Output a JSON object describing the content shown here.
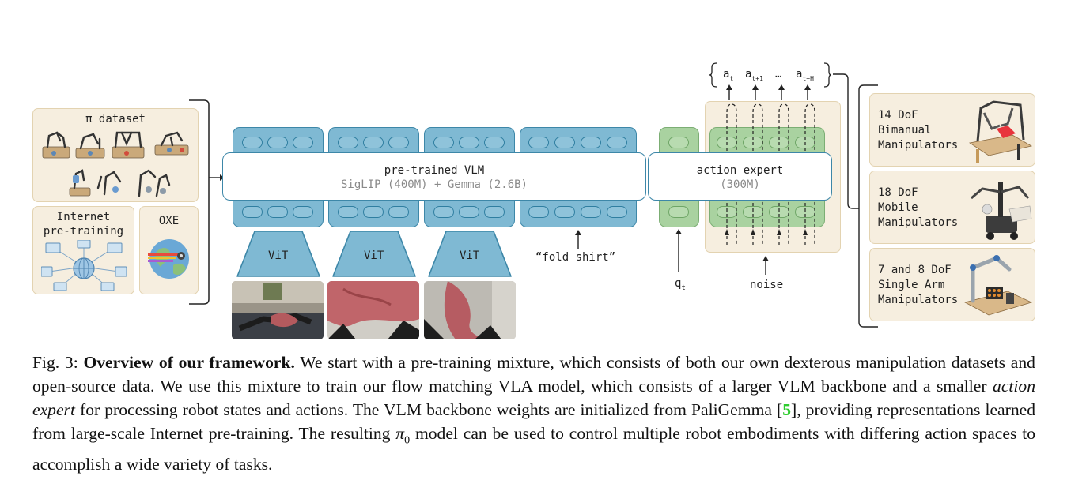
{
  "datasets": {
    "pi_dataset": "π dataset",
    "internet": [
      "Internet",
      "pre-training"
    ],
    "oxe": "OXE"
  },
  "vlm": {
    "title": "pre-trained VLM",
    "subtitle": "SigLIP (400M) + Gemma (2.6B)",
    "vit_labels": [
      "ViT",
      "ViT",
      "ViT"
    ],
    "prompt": "“fold shirt”"
  },
  "action_expert": {
    "title": "action expert",
    "subtitle": "(300M)",
    "state_label": "q",
    "state_sub": "t",
    "noise_label": "noise"
  },
  "actions": {
    "open_brace": "{",
    "items": [
      {
        "base": "a",
        "sub": "t"
      },
      {
        "base": "a",
        "sub": "t+1"
      },
      {
        "base": "…",
        "sub": ""
      },
      {
        "base": "a",
        "sub": "t+H"
      }
    ]
  },
  "embodiments": [
    {
      "lines": [
        "14 DoF",
        "Bimanual",
        "Manipulators"
      ]
    },
    {
      "lines": [
        "18 DoF",
        "Mobile",
        "Manipulators"
      ]
    },
    {
      "lines": [
        "7 and 8 DoF",
        "Single Arm",
        "Manipulators"
      ]
    }
  ],
  "caption": {
    "fig_label": "Fig. 3: ",
    "bold": "Overview of our framework.",
    "part1": " We start with a pre-training mixture, which consists of both our own dexterous manipulation datasets and open-source data. We use this mixture to train our flow matching VLA model, which consists of a larger VLM backbone and a smaller ",
    "italic": "action expert",
    "part2": " for processing robot states and actions. The VLM backbone weights are initialized from PaliGemma [",
    "cite": "5",
    "part3": "], providing representations learned from large-scale Internet pre-training. The resulting ",
    "pi": "π",
    "pi_sub": "0",
    "part4": " model can be used to control multiple robot embodiments with differing action spaces to accomplish a wide variety of tasks."
  },
  "colors": {
    "panel_bg": "#f6eedf",
    "vlm_blue": "#7fb9d3",
    "expert_green": "#a9d2a0",
    "citation_green": "#2ecc2e"
  }
}
